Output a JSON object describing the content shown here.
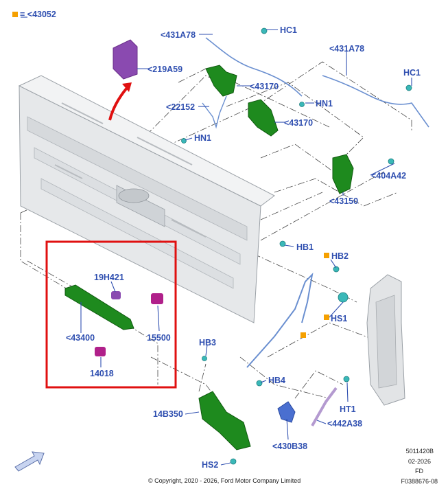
{
  "legend": {
    "marker_color": "#f5a000",
    "text": "= <43052"
  },
  "labels": {
    "cable_top": "<431A78",
    "hc1_top": "HC1",
    "cable_right": "<431A78",
    "hc1_right": "HC1",
    "bracket_219": "<219A59",
    "latch_43170_a": "<43170",
    "rod_22152": "<22152",
    "hn1_mid": "HN1",
    "latch_43170_b": "<43170",
    "hn1_left": "HN1",
    "bracket_404": "<404A42",
    "latch_43150": "<43150",
    "hb1": "HB1",
    "hb2": "HB2",
    "hs1": "HS1",
    "part_19h421": "19H421",
    "handle_43400": "<43400",
    "part_15500": "15500",
    "part_14018": "14018",
    "hb3": "HB3",
    "hb4": "HB4",
    "ht1": "HT1",
    "harness_14b350": "14B350",
    "cable_442": "<442A38",
    "part_430b38": "<430B38",
    "hs2": "HS2"
  },
  "footer": {
    "copyright": "© Copyright, 2020 - 2026, Ford Motor Company Limited",
    "code1": "5011420B",
    "code2": "02-2026",
    "code3": "FD",
    "code4": "F0388676-08"
  },
  "colors": {
    "label": "#2f4fb0",
    "part_green": "#1e8a1e",
    "part_purple": "#8a4ab0",
    "highlight_box": "#e01010",
    "cable_blue": "#6a8fd0",
    "teal_fastener": "#3ab8b8"
  }
}
